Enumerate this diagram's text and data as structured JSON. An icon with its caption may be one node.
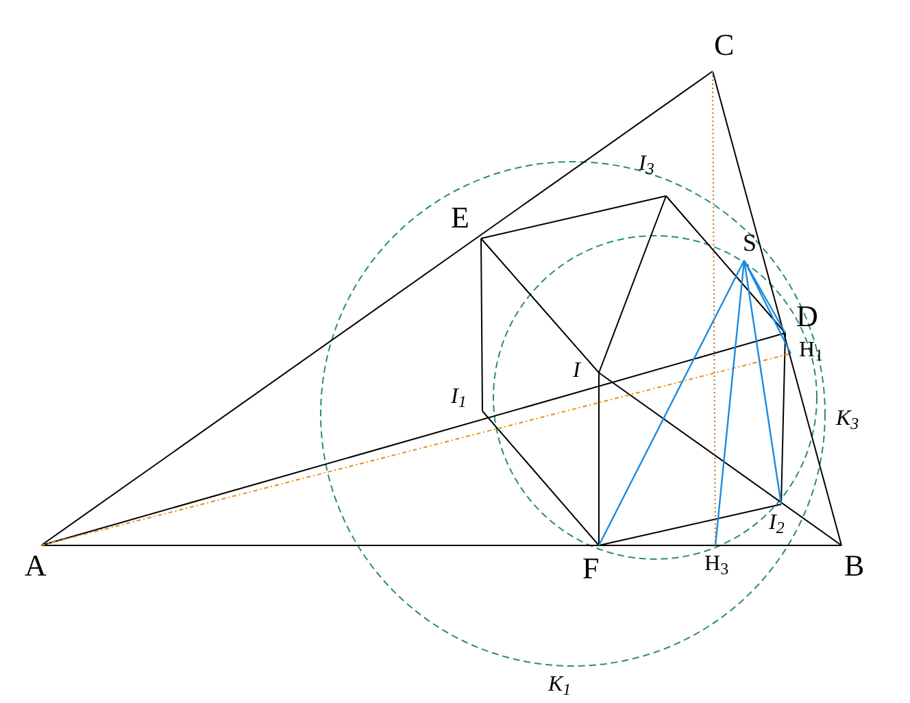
{
  "diagram": {
    "labels": [
      "C",
      "E",
      "I$_{3}$",
      "S",
      "D",
      "H$_{1}$",
      "I$_{1}$",
      "I",
      "K$_{3}$",
      "A",
      "F",
      "H$_{3}$",
      "I$_{2}$",
      "B",
      "K$_{1}$"
    ]
  }
}
